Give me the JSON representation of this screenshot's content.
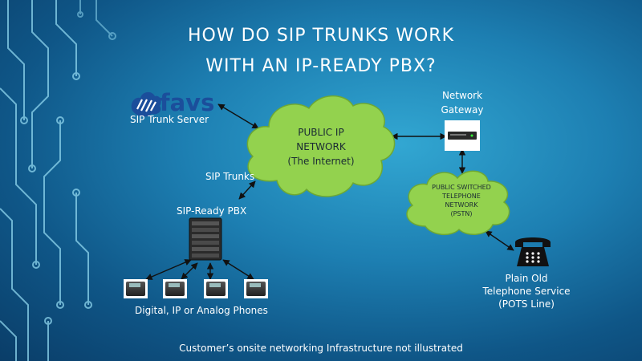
{
  "slide": {
    "title_line1": "HOW DO SIP TRUNKS WORK",
    "title_line2": "WITH AN IP-READY PBX?",
    "footer": "Customer’s onsite networking Infrastructure not illustrated"
  },
  "logo": {
    "text": "favs"
  },
  "nodes": {
    "sip_trunk_server": "SIP Trunk Server",
    "sip_trunks": "SIP Trunks",
    "sip_ready_pbx": "SIP-Ready PBX",
    "phones": "Digital, IP or Analog Phones",
    "network_gateway_line1": "Network",
    "network_gateway_line2": "Gateway",
    "public_ip_line1": "PUBLIC IP",
    "public_ip_line2": "NETWORK",
    "public_ip_line3": "(The Internet)",
    "pstn_line1": "PUBLIC SWITCHED",
    "pstn_line2": "TELEPHONE",
    "pstn_line3": "NETWORK",
    "pstn_line4": "(PSTN)",
    "pots_line1": "Plain Old",
    "pots_line2": "Telephone Service",
    "pots_line3": "(POTS Line)"
  },
  "colors": {
    "cloud_fill": "#93d24e",
    "cloud_stroke": "#6ea833",
    "arrow": "#111111",
    "circuit": "#8fd6ee"
  }
}
